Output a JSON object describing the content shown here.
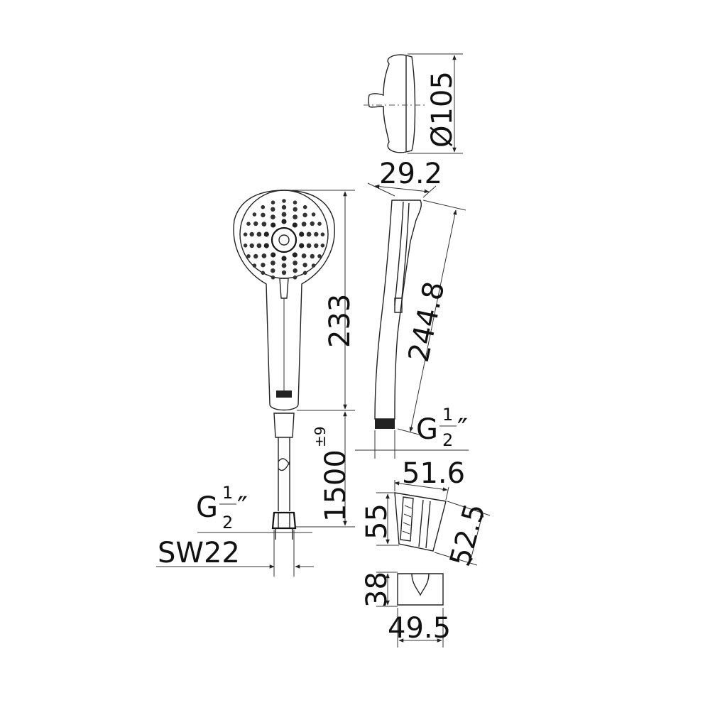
{
  "dimensions": {
    "head_diameter": "Ø105",
    "head_depth": "29.2",
    "side_length": "244.8",
    "front_length": "233",
    "hose_length_value": "1500",
    "hose_length_tolerance": "±9",
    "thread_prefix": "G",
    "thread_numerator": "1",
    "thread_denominator": "2",
    "thread_inch_mark": "″",
    "wrench_size": "SW22",
    "holder_width": "51.6",
    "holder_height": "55",
    "holder_slant": "52.5",
    "bracket_height": "38",
    "bracket_width": "49.5"
  }
}
